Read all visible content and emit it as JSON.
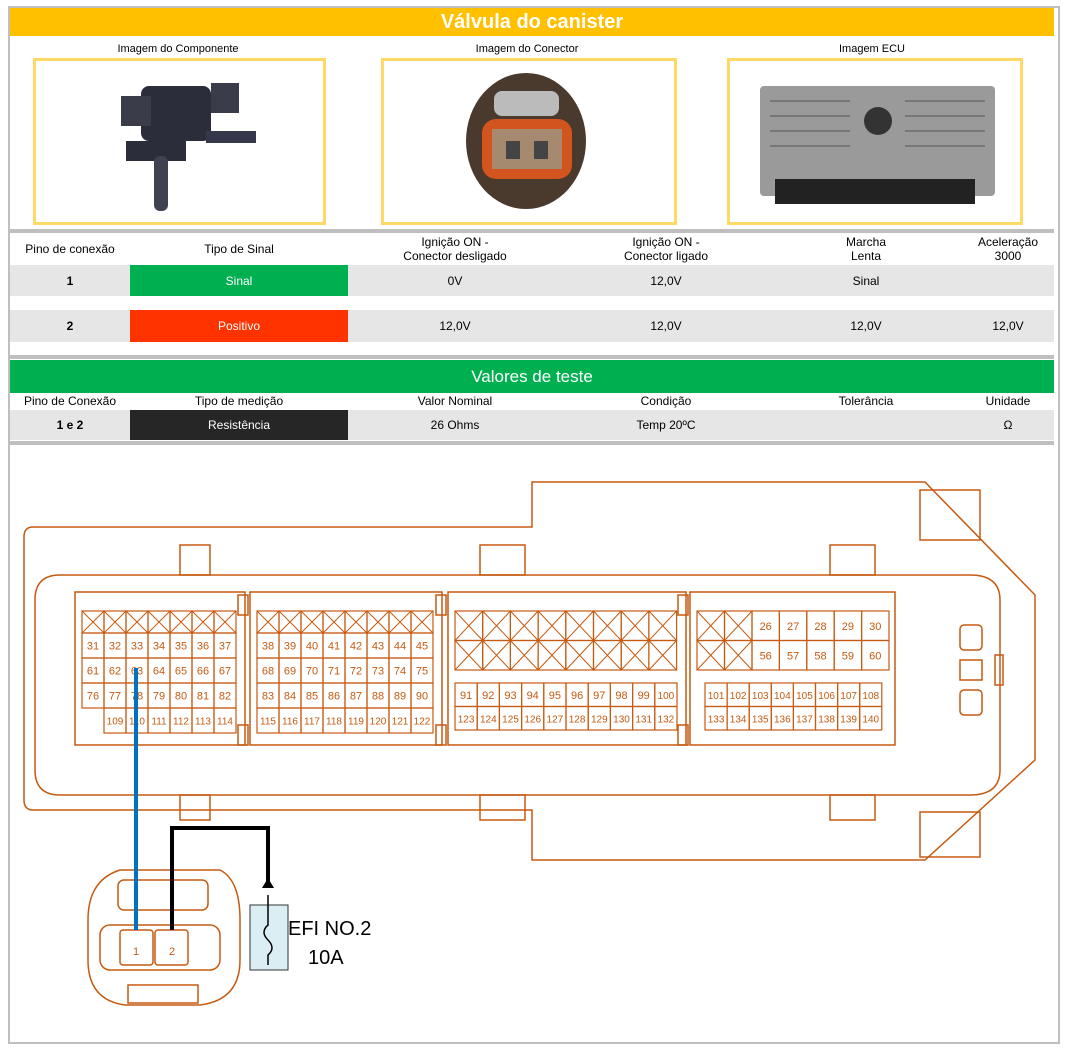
{
  "title": "Válvula do canister",
  "images": [
    {
      "label": "Imagem do Componente"
    },
    {
      "label": "Imagem do Conector"
    },
    {
      "label": "Imagem ECU"
    }
  ],
  "signal_table": {
    "headers": [
      "Pino de conexão",
      "Tipo de Sinal",
      "Ignição ON -\nConector desligado",
      "Ignição ON -\nConector ligado",
      "Marcha\nLenta",
      "Aceleração\n3000"
    ],
    "rows": [
      {
        "pin": "1",
        "type": "Sinal",
        "type_color": "#00b050",
        "ign_off": "0V",
        "ign_on": "12,0V",
        "idle": "Sinal",
        "accel": ""
      },
      {
        "pin": "2",
        "type": "Positivo",
        "type_color": "#ff3300",
        "ign_off": "12,0V",
        "ign_on": "12,0V",
        "idle": "12,0V",
        "accel": "12,0V"
      }
    ]
  },
  "test_values": {
    "title": "Valores de teste",
    "headers": [
      "Pino de Conexão",
      "Tipo de medição",
      "Valor Nominal",
      "Condição",
      "Tolerância",
      "Unidade"
    ],
    "rows": [
      {
        "pin": "1 e 2",
        "type": "Resistência",
        "nominal": "26 Ohms",
        "condition": "Temp 20ºC",
        "tolerance": "",
        "unit": "Ω"
      }
    ]
  },
  "diagram": {
    "blockA": [
      [
        "31",
        "32",
        "33",
        "34",
        "35",
        "36",
        "37"
      ],
      [
        "61",
        "62",
        "63",
        "64",
        "65",
        "66",
        "67"
      ],
      [
        "76",
        "77",
        "78",
        "79",
        "80",
        "81",
        "82"
      ],
      [
        "",
        "109",
        "110",
        "111",
        "112",
        "113",
        "114"
      ]
    ],
    "blockB": [
      [
        "38",
        "39",
        "40",
        "41",
        "42",
        "43",
        "44",
        "45"
      ],
      [
        "68",
        "69",
        "70",
        "71",
        "72",
        "73",
        "74",
        "75"
      ],
      [
        "83",
        "84",
        "85",
        "86",
        "87",
        "88",
        "89",
        "90"
      ],
      [
        "115",
        "116",
        "117",
        "118",
        "119",
        "120",
        "121",
        "122"
      ]
    ],
    "blockC": [
      [
        "91",
        "92",
        "93",
        "94",
        "95",
        "96",
        "97",
        "98",
        "99",
        "100"
      ],
      [
        "123",
        "124",
        "125",
        "126",
        "127",
        "128",
        "129",
        "130",
        "131",
        "132"
      ]
    ],
    "blockD_top": [
      [
        "26",
        "27",
        "28",
        "29",
        "30"
      ],
      [
        "56",
        "57",
        "58",
        "59",
        "60"
      ]
    ],
    "blockD_bottom": [
      [
        "101",
        "102",
        "103",
        "104",
        "105",
        "106",
        "107",
        "108"
      ],
      [
        "133",
        "134",
        "135",
        "136",
        "137",
        "138",
        "139",
        "140"
      ]
    ],
    "connector_pins": [
      "1",
      "2"
    ],
    "fuse_name": "EFI NO.2",
    "fuse_rating": "10A",
    "wire_colors": {
      "pin1": "#0070c0",
      "pin2": "#000000"
    },
    "line_color": "#c55a11"
  }
}
